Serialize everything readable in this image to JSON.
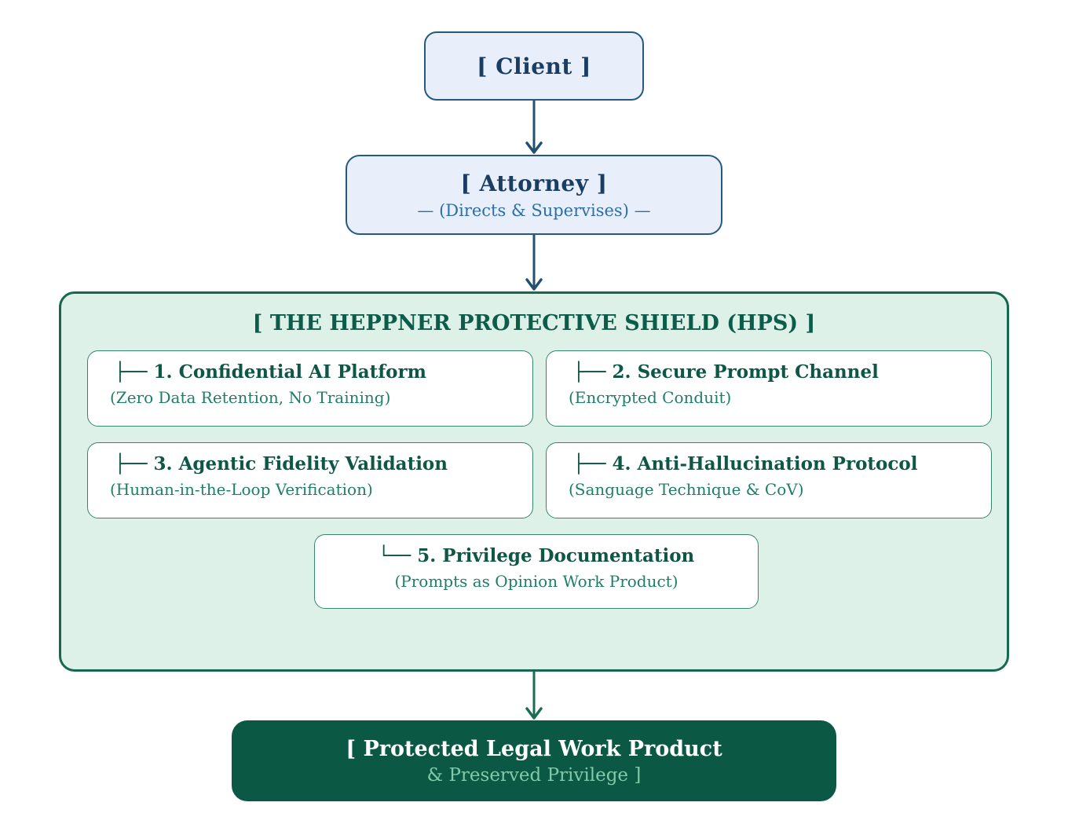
{
  "client": {
    "label": "[ Client ]"
  },
  "attorney": {
    "label": "[ Attorney ]",
    "subtitle": "— (Directs & Supervises) —"
  },
  "shield": {
    "title": "[ THE HEPPNER PROTECTIVE SHIELD (HPS) ]",
    "items": [
      {
        "branch": "├──",
        "title": "1. Confidential AI Platform",
        "subtitle": "(Zero Data Retention, No Training)"
      },
      {
        "branch": "├──",
        "title": "2. Secure Prompt Channel",
        "subtitle": "(Encrypted Conduit)"
      },
      {
        "branch": "├──",
        "title": "3. Agentic Fidelity Validation",
        "subtitle": "(Human-in-the-Loop Verification)"
      },
      {
        "branch": "├──",
        "title": "4. Anti-Hallucination Protocol",
        "subtitle": "(Sanguage Technique & CoV)"
      },
      {
        "branch": "└──",
        "title": "5. Privilege Documentation",
        "subtitle": "(Prompts as Opinion Work Product)"
      }
    ]
  },
  "result": {
    "title": "[ Protected Legal Work Product",
    "subtitle": "& Preserved Privilege ]"
  },
  "colors": {
    "actor_node_bg": "#e8effb",
    "actor_node_border": "#255a7e",
    "actor_title_text": "#1a3e63",
    "actor_subtitle_text": "#2e6ea7",
    "arrow_blue": "#23506f",
    "arrow_green": "#1c6b53",
    "shield_bg": "#def1e8",
    "shield_border": "#156950",
    "shield_title_text": "#0c5c4a",
    "item_bg": "#ffffff",
    "item_border": "#36866f",
    "item_title_text": "#0e5646",
    "item_subtitle_text": "#1e7e68",
    "result_bg": "#0b5944",
    "result_title_text": "#ffffff",
    "result_subtitle_text": "#82c9a9"
  }
}
